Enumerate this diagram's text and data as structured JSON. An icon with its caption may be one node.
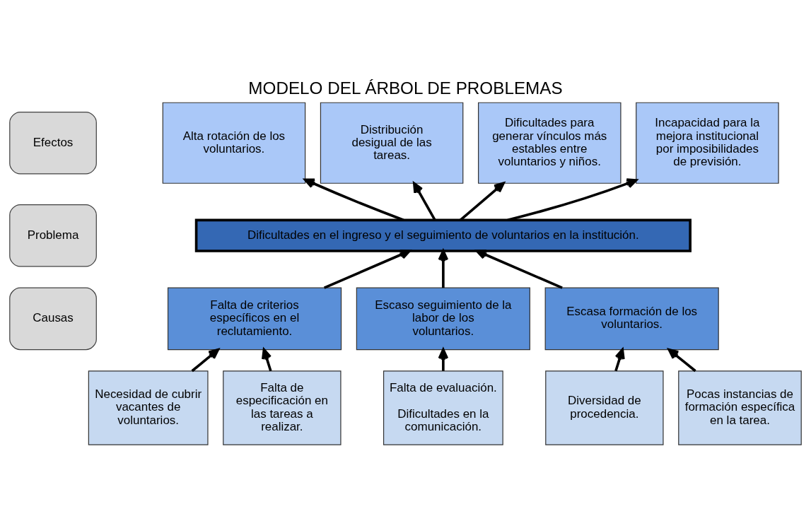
{
  "diagram": {
    "title": "MODELO DEL ÁRBOL DE PROBLEMAS",
    "nodes": [
      {
        "text": [
          "Efectos"
        ]
      },
      {
        "text": [
          "Problema"
        ]
      },
      {
        "text": [
          "Causas"
        ]
      },
      {
        "text": [
          "Alta rotación de los voluntarios."
        ]
      },
      {
        "text": [
          "Distribución desigual de las tareas."
        ]
      },
      {
        "text": [
          "Dificultades para generar vínculos más estables entre voluntarios y niños."
        ]
      },
      {
        "text": [
          "Incapacidad para la mejora institucional por imposibilidades de previsión."
        ]
      },
      {
        "text": [
          "Dificultades en el ingreso y el seguimiento de voluntarios en la institución."
        ]
      },
      {
        "text": [
          "Falta de criterios específicos en el reclutamiento."
        ]
      },
      {
        "text": [
          "Escaso seguimiento de la labor de los voluntarios."
        ]
      },
      {
        "text": [
          "Escasa formación de los voluntarios."
        ]
      },
      {
        "text": [
          "Necesidad de cubrir vacantes de voluntarios."
        ]
      },
      {
        "text": [
          "Falta de especificación en las tareas a realizar."
        ]
      },
      {
        "text": [
          "Falta de evaluación.",
          "Dificultades en la comunicación."
        ]
      },
      {
        "text": [
          "Diversidad de procedencia."
        ]
      },
      {
        "text": [
          "Pocas instancias de formación específica en la tarea."
        ]
      }
    ],
    "edges": [
      {
        "from": 7,
        "to": 3,
        "arrow": "to"
      },
      {
        "from": 7,
        "to": 4,
        "arrow": "to"
      },
      {
        "from": 7,
        "to": 5,
        "arrow": "to"
      },
      {
        "from": 7,
        "to": 6,
        "arrow": "to"
      },
      {
        "from": 8,
        "to": 7,
        "arrow": "to"
      },
      {
        "from": 9,
        "to": 7,
        "arrow": "to"
      },
      {
        "from": 10,
        "to": 7,
        "arrow": "to"
      },
      {
        "from": 11,
        "to": 8,
        "arrow": "to"
      },
      {
        "from": 12,
        "to": 8,
        "arrow": "to"
      },
      {
        "from": 13,
        "to": 9,
        "arrow": "to"
      },
      {
        "from": 14,
        "to": 10,
        "arrow": "to"
      },
      {
        "from": 15,
        "to": 10,
        "arrow": "to"
      }
    ]
  }
}
